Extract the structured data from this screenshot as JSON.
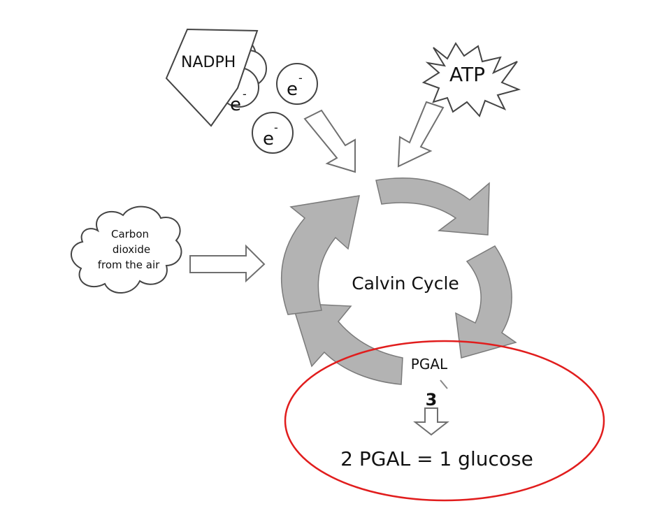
{
  "nadph": {
    "label": "NADPH"
  },
  "electrons": [
    {
      "symbol": "e",
      "charge": "-"
    },
    {
      "symbol": "e",
      "charge": "-"
    },
    {
      "symbol": "e",
      "charge": "-"
    }
  ],
  "atp": {
    "label": "ATP"
  },
  "co2": {
    "line1": "Carbon",
    "line2": "dioxide",
    "line3": "from the air"
  },
  "cycle": {
    "label": "Calvin Cycle"
  },
  "output": {
    "pgal_label": "PGAL",
    "count": "3",
    "equation": "2 PGAL = 1 glucose"
  },
  "colors": {
    "highlight_ellipse": "#e11d1d",
    "cycle_arrows": "#b3b3b3"
  }
}
